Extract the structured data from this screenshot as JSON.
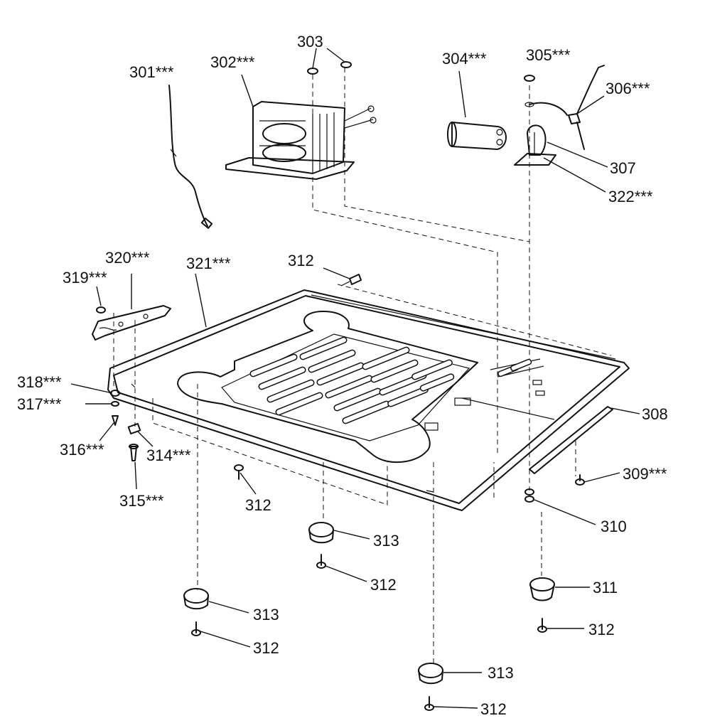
{
  "diagram": {
    "callouts": {
      "c301": "301***",
      "c302": "302***",
      "c303": "303",
      "c304": "304***",
      "c305": "305***",
      "c306": "306***",
      "c307": "307",
      "c322": "322***",
      "c320": "320***",
      "c321": "321***",
      "c319": "319***",
      "c312_top": "312",
      "c318": "318***",
      "c317": "317***",
      "c316": "316***",
      "c314": "314***",
      "c315": "315***",
      "c312_left": "312",
      "c308": "308",
      "c309": "309***",
      "c310": "310",
      "c313_mid": "313",
      "c312_mid": "312",
      "c311": "311",
      "c312_right": "312",
      "c313_left": "313",
      "c312_low_left": "312",
      "c313_bottom": "313",
      "c312_bottom": "312"
    }
  }
}
